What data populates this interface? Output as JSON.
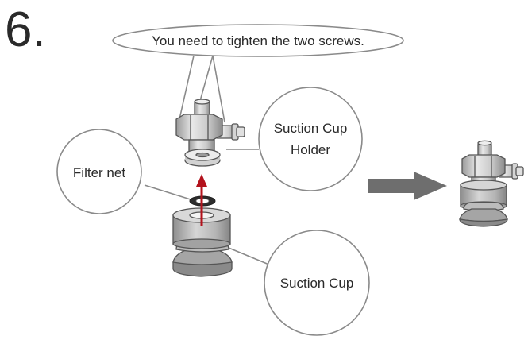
{
  "step": {
    "number": "6."
  },
  "callouts": {
    "instruction": "You need to tighten the two screws.",
    "holder_line1": "Suction Cup",
    "holder_line2": "Holder",
    "filter": "Filter net",
    "cup": "Suction Cup"
  },
  "colors": {
    "outline": "#555555",
    "metal_light": "#e2e2e2",
    "metal_mid": "#c4c4c4",
    "metal_dark": "#8d8d8d",
    "cup_dark": "#9a9a9a",
    "arrow_red": "#b3121c",
    "big_arrow": "#6e6e6e"
  },
  "icons": {
    "assembly_arrow": "red-up-arrow-icon",
    "result_arrow": "gray-right-arrow-icon"
  }
}
